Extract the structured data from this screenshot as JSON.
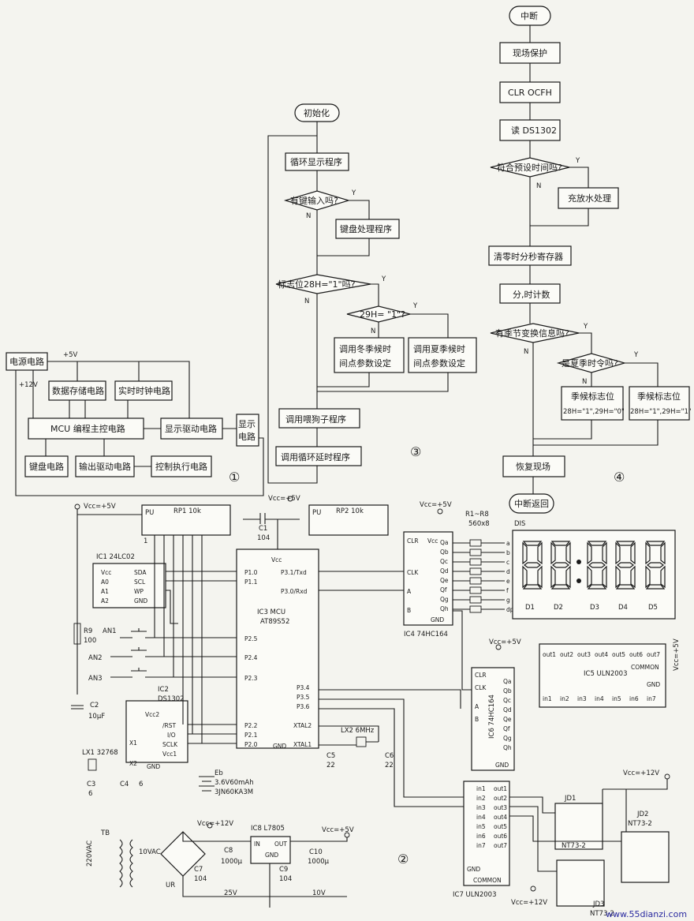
{
  "block_diagram": {
    "power": "电源电路",
    "plus5": "+5V",
    "plus12": "+12V",
    "data_storage": "数据存储电路",
    "rtc": "实时时钟电路",
    "mcu": "MCU 编程主控电路",
    "display_drive": "显示驱动电路",
    "display_1": "显示",
    "display_2": "电路",
    "keyboard": "键盘电路",
    "output_drive": "输出驱动电路",
    "control_exec": "控制执行电路",
    "num": "①"
  },
  "flow_main": {
    "init": "初始化",
    "loop_display": "循环显示程序",
    "key_q": "有键输入吗?",
    "key_proc": "键盘处理程序",
    "flag_q": "标志位28H=\"1\"吗?",
    "h29_q": "29H= \"1\"?",
    "winter_1": "调用冬季候时",
    "winter_2": "间点参数设定",
    "summer_1": "调用夏季候时",
    "summer_2": "间点参数设定",
    "watchdog": "调用喂狗子程序",
    "delay": "调用循环延时程序",
    "y": "Y",
    "n": "N",
    "num": "③"
  },
  "flow_int": {
    "start": "中断",
    "save": "现场保护",
    "clr": "CLR OCFH",
    "read": "读 DS1302",
    "match_q": "符合预设时间吗?",
    "water": "充放水处理",
    "clear_reg": "清零时分秒寄存器",
    "count": "分,时计数",
    "season_q": "有季节变换信息吗?",
    "summer_q": "是夏季时令吗?",
    "flag_a1": "季候标志位",
    "flag_a2": "28H=\"1\",29H=\"0\"",
    "flag_b1": "季候标志位",
    "flag_b2": "28H=\"1\",29H=\"1\"",
    "restore": "恢复现场",
    "return": "中断返回",
    "y": "Y",
    "n": "N",
    "num": "④"
  },
  "schematic": {
    "vcc5": "Vcc=+5V",
    "vcc5b": "Vcc=+5V",
    "vcc5c": "Vcc=+5V",
    "vcc5d": "Vcc=+5V",
    "vcc5e": "Vcc=+5V",
    "vcc12": "Vcc=+12V",
    "vcc12b": "Vcc=+12V",
    "vcc12c": "Vcc=+12V",
    "rp1": "RP1  10k",
    "rp2": "RP2  10k",
    "pu": "PU",
    "c1": "C1",
    "c1v": "104",
    "ic1_a": "IC1  24LC02",
    "ic1_pins": [
      "Vcc",
      "A0",
      "A1",
      "A2",
      "SDA",
      "SCL",
      "WP",
      "GND"
    ],
    "ic3_a": "IC3  MCU",
    "ic3_b": "AT89S52",
    "ic3_pins": [
      "Vcc",
      "P1.0",
      "P1.1",
      "P3.1/Txd",
      "P3.0/Rxd",
      "P2.5",
      "P2.4",
      "P2.3",
      "P3.4",
      "P3.5",
      "P3.6",
      "XTAL2",
      "XTAL1",
      "P2.2",
      "P2.1",
      "P2.0",
      "GND"
    ],
    "ic2_a": "IC2",
    "ic2_b": "DS1302",
    "ic2_pins": [
      "Vcc2",
      "/RST",
      "I/O",
      "SCLK",
      "Vcc1",
      "X1",
      "X2",
      "GND"
    ],
    "r9": "R9",
    "r9v": "100",
    "c2": "C2",
    "c2v": "10μF",
    "an1": "AN1",
    "an2": "AN2",
    "an3": "AN3",
    "lx1": "LX1  32768",
    "c3": "C3",
    "c3v": "6",
    "c4": "C4",
    "c4v": "6",
    "eb": "Eb",
    "eb_v": "3.6V60mAh",
    "eb_t": "3JN60KA3M",
    "lx2": "LX2  6MHz",
    "c5": "C5",
    "c5v": "22",
    "c6": "C6",
    "c6v": "22",
    "r18": "R1~R8",
    "r18v": "560x8",
    "dis": "DIS",
    "ic4": "IC4  74HC164",
    "ic4_pins": [
      "CLR",
      "Vcc",
      "CLK",
      "A",
      "B",
      "GND",
      "Qa",
      "Qb",
      "Qc",
      "Qd",
      "Qe",
      "Qf",
      "Qg",
      "Qh"
    ],
    "seg_labels": [
      "a",
      "b",
      "c",
      "d",
      "e",
      "f",
      "g",
      "dp"
    ],
    "digits": [
      "D1",
      "D2",
      "D3",
      "D4",
      "D5"
    ],
    "ic5": "IC5  ULN2003",
    "ic5_out": [
      "out1",
      "out2",
      "out3",
      "out4",
      "out5",
      "out6",
      "out7"
    ],
    "ic5_in": [
      "in1",
      "in2",
      "in3",
      "in4",
      "in5",
      "in6",
      "in7"
    ],
    "common": "COMMON",
    "gnd": "GND",
    "ic6": "IC6  74HC164",
    "ic7": "IC7  ULN2003",
    "jd1": "JD1",
    "jd2": "JD2",
    "jd2t": "NT73-2",
    "jd3": "JD3",
    "nt73": "NT73-2",
    "tb": "TB",
    "v220": "220VAC",
    "v10": "10VAC",
    "ur": "UR",
    "ic8": "IC8  L7805",
    "in": "IN",
    "out": "OUT",
    "c7": "C7",
    "c7v": "104",
    "c8": "C8",
    "c8v": "1000μ",
    "c8t": "25V",
    "c9": "C9",
    "c9v": "104",
    "c10": "C10",
    "c10v": "1000μ",
    "c10t": "10V",
    "num": "②"
  },
  "watermark": "www.55dianzi.com"
}
